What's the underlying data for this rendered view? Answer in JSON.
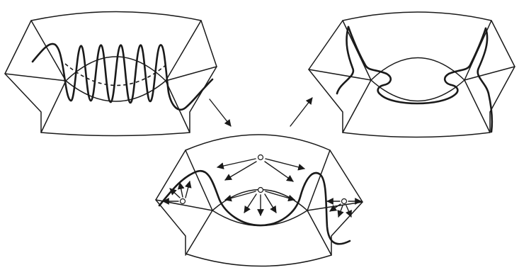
{
  "colors": {
    "stroke": "#1a1a1a",
    "background": "#ffffff"
  },
  "panels": [
    {
      "id": "panel-1",
      "label": ""
    },
    {
      "id": "panel-2",
      "label": ""
    },
    {
      "id": "panel-3",
      "label": ""
    }
  ],
  "arrows": [
    {
      "id": "arrow-1-to-2",
      "from": "panel-1",
      "to": "panel-2"
    },
    {
      "id": "arrow-2-to-3",
      "from": "panel-2",
      "to": "panel-3"
    }
  ]
}
